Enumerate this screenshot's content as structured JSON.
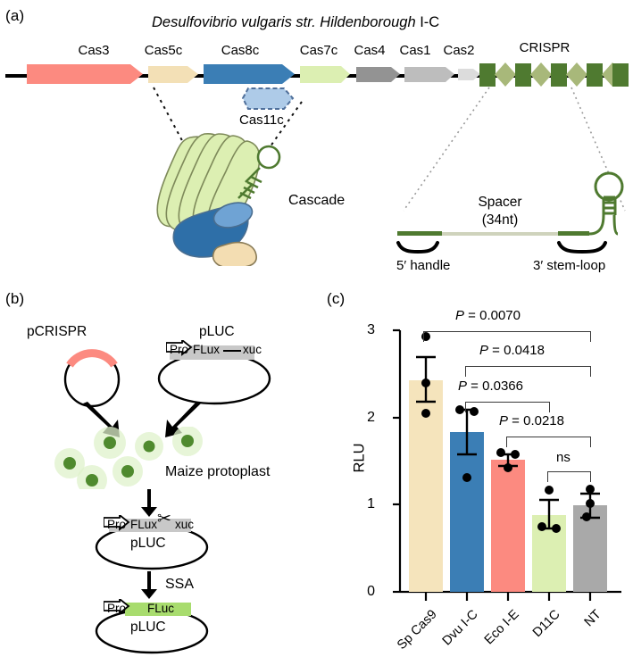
{
  "panels": {
    "a_letter": "(a)",
    "b_letter": "(b)",
    "c_letter": "(c)"
  },
  "panel_a": {
    "title_italic": "Desulfovibrio vulgaris str. Hildenborough",
    "title_roman": " I-C",
    "genes": [
      {
        "label": "Cas3",
        "color": "#FC8A80"
      },
      {
        "label": "Cas5c",
        "color": "#F3E0B6"
      },
      {
        "label": "Cas8c",
        "color": "#3B7EB5"
      },
      {
        "label": "Cas7c",
        "color": "#DCEFB2"
      },
      {
        "label": "Cas4",
        "color": "#939393"
      },
      {
        "label": "Cas1",
        "color": "#BDBDBD"
      },
      {
        "label": "Cas2",
        "color": "#DCDCDC"
      }
    ],
    "cas11c_label": "Cas11c",
    "cas11c_color": "#AECBE8",
    "crispr_label": "CRISPR",
    "crispr_repeat_color": "#4F7A30",
    "crispr_spacer_color": "#A8B87A",
    "crispr_repeat_count": 5,
    "crispr_spacer_count": 4,
    "cascade_label": "Cascade",
    "spacer_label_line1": "Spacer",
    "spacer_label_line2": "(34nt)",
    "handle5_label": "5′ handle",
    "stemloop3_label": "3′ stem-loop"
  },
  "panel_b": {
    "pcrispr_label": "pCRISPR",
    "pcrispr_arc_color": "#FC8A80",
    "pluc_label": "pLUC",
    "construct_pro": "Pro",
    "construct_flux": "FLux",
    "construct_xuc": "xuc",
    "construct_fluc": "FLuc",
    "fluc_color": "#A8DC6E",
    "plasmid_name_mid": "pLUC",
    "plasmid_name_bottom": "pLUC",
    "protoplast_label": "Maize protoplast",
    "protoplast_color": "#4F8A2E",
    "protoplast_halo_color": "#D9F0C2",
    "ssa_label": "SSA",
    "scissors_glyph": "✂"
  },
  "chart_data": {
    "type": "bar",
    "title": "",
    "xlabel": "",
    "ylabel": "RLU",
    "ylim": [
      0,
      3
    ],
    "yticks": [
      0,
      1,
      2,
      3
    ],
    "ytick_labels": [
      "0",
      "1",
      "2",
      "3"
    ],
    "grid": false,
    "legend": "none",
    "categories": [
      "Sp Cas9",
      "Dvu I-C",
      "Eco I-E",
      "D11C",
      "NT"
    ],
    "values": [
      2.42,
      1.83,
      1.52,
      0.88,
      0.99
    ],
    "errors_upper": [
      2.7,
      2.09,
      1.58,
      1.05,
      1.13
    ],
    "errors_lower": [
      2.18,
      1.58,
      1.45,
      0.73,
      0.85
    ],
    "colors": [
      "#F5E4BC",
      "#3B7EB5",
      "#FC8A80",
      "#DCEFB2",
      "#A9A9A9"
    ],
    "points": [
      [
        2.93,
        2.4,
        2.05
      ],
      [
        2.09,
        2.07,
        1.31
      ],
      [
        1.6,
        1.58,
        1.43
      ],
      [
        1.17,
        0.75,
        0.73
      ],
      [
        1.18,
        1.02,
        0.86
      ]
    ],
    "annotations": [
      {
        "label": "P = 0.0070",
        "from": "Sp Cas9",
        "to": "NT",
        "italic_prefix": "P",
        "rest": " = 0.0070"
      },
      {
        "label": "P = 0.0418",
        "from": "Dvu I-C",
        "to": "NT",
        "italic_prefix": "P",
        "rest": " = 0.0418"
      },
      {
        "label": "P = 0.0366",
        "from": "Dvu I-C",
        "to": "D11C",
        "italic_prefix": "P",
        "rest": " = 0.0366"
      },
      {
        "label": "P = 0.0218",
        "from": "Eco I-E",
        "to": "NT",
        "italic_prefix": "P",
        "rest": " = 0.0218"
      },
      {
        "label": "ns",
        "from": "D11C",
        "to": "NT",
        "italic_prefix": "",
        "rest": "ns"
      }
    ]
  }
}
